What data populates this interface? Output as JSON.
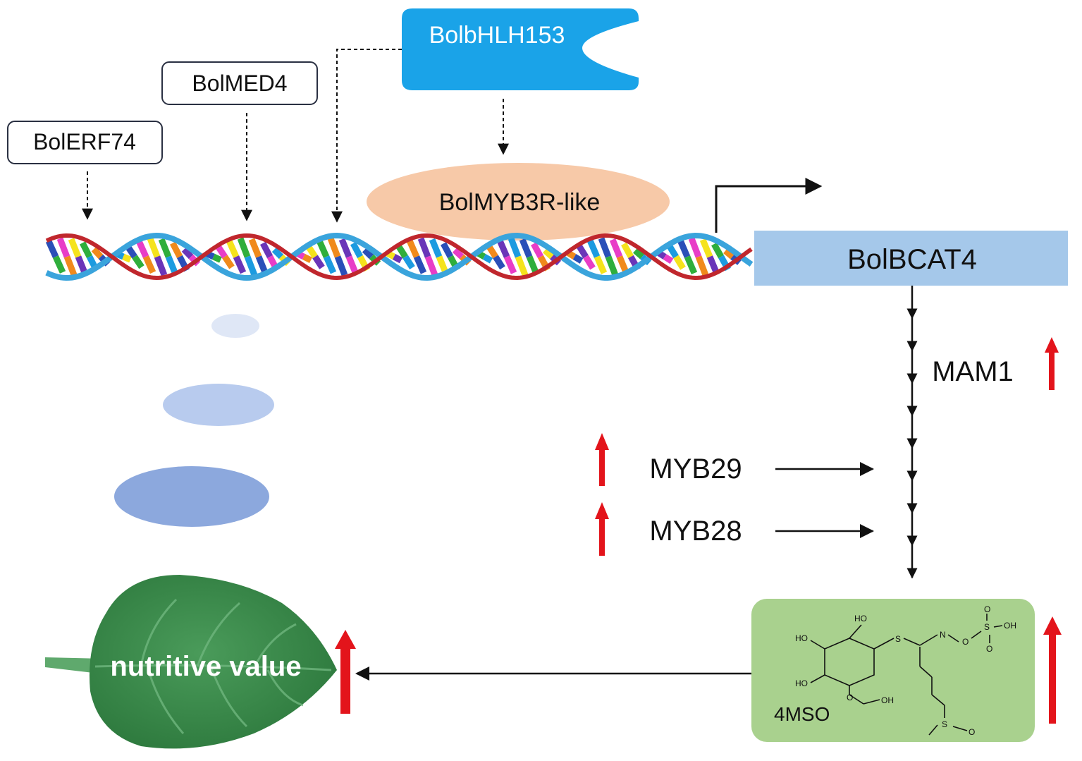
{
  "regulators": {
    "erf74": "BolERF74",
    "med4": "BolMED4",
    "bhlh153": "BolbHLH153",
    "myb3r": "BolMYB3R-like"
  },
  "gene": "BolBCAT4",
  "pathway": {
    "mam1": "MAM1",
    "myb29": "MYB29",
    "myb28": "MYB28"
  },
  "product": {
    "label": "4MSO",
    "atoms": {
      "ho_top": "HO",
      "ho_left_upper": "HO",
      "ho_left_lower": "HO",
      "s_thio": "S",
      "n": "N",
      "o_link": "O",
      "s_sulfo": "S",
      "oh_sulfo": "OH",
      "o_sulfo_top": "O",
      "o_sulfo_bottom": "O",
      "o_ring": "O",
      "oh_bottom": "OH",
      "s_sulfoxide": "S",
      "o_sulfoxide": "O"
    }
  },
  "leaf": {
    "label": "nutritive value"
  },
  "colors": {
    "up_arrow": "#e3141b",
    "bhlh_box": "#1aa3e8",
    "myb3r_ellipse": "#f7c9a8",
    "gene_box": "#a5c8ea",
    "product_box": "#a9d18e",
    "leaf": "#3a8b4c",
    "dna_strand_red": "#c0272d",
    "dna_strand_blue": "#3aa4dc"
  }
}
